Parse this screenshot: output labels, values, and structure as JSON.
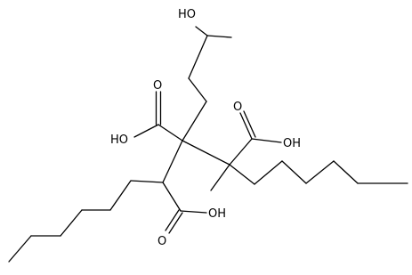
{
  "structure": {
    "labels": {
      "hydroxyl_top": "HO",
      "acid_upper_left_o": "O",
      "acid_upper_left_oh": "HO",
      "acid_right_o": "O",
      "acid_right_oh": "OH",
      "acid_lower_o": "O",
      "acid_lower_oh": "OH"
    },
    "colors": {
      "bond": "#000000",
      "text": "#000000",
      "background": "#ffffff"
    }
  }
}
